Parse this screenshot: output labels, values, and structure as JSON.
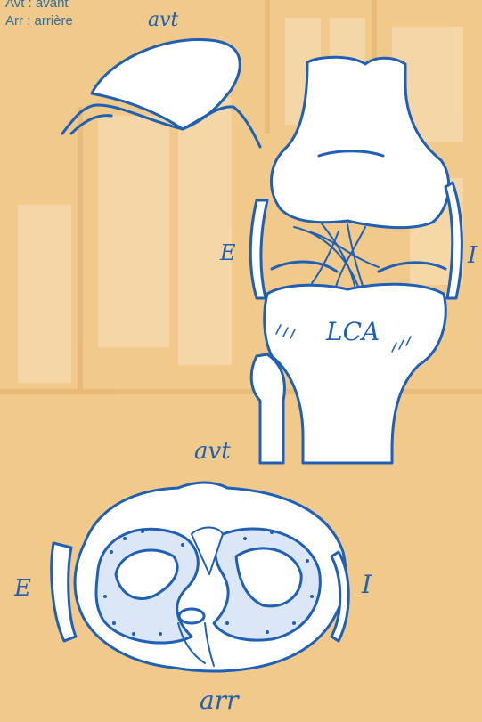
{
  "legend": {
    "line1": "Avt : avant",
    "line2": "Arr : arrière"
  },
  "knee_front_view": {
    "top_label": "avt",
    "left_label": "E",
    "right_label": "I",
    "ligament_label": "LCA"
  },
  "tibial_plateau_view": {
    "front_label": "avt",
    "back_label": "arr",
    "left_label": "E",
    "right_label": "I"
  },
  "colors": {
    "background": "#f1c98a",
    "ink": "#1f5fb4",
    "fill": "#ffffff",
    "legend_text": "#2f6f9a"
  }
}
